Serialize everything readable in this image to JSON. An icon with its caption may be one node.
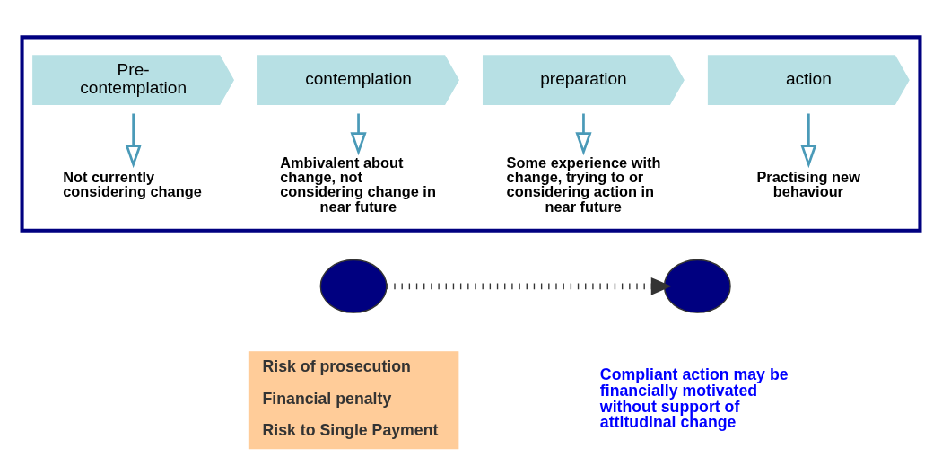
{
  "diagram": {
    "nodes": [
      {
        "text": [],
        "shape": "box"
      },
      {
        "text": [
          "Pre- contemplation"
        ],
        "in": 0
      },
      {
        "text": [
          "contemplation"
        ],
        "in": 0
      },
      {
        "text": [
          "preparation"
        ],
        "in": 0
      },
      {
        "text": [
          "action"
        ],
        "in": 0
      },
      {
        "text": [
          "Not currently considering change"
        ],
        "in": 0
      },
      {
        "text": [
          "Ambivalent about change, not considering change in near future"
        ],
        "in": 0
      },
      {
        "text": [
          "Some experience with change, trying to or considering action in near future"
        ],
        "in": 0
      },
      {
        "text": [
          "Practising new behaviour"
        ],
        "in": 0
      },
      {
        "text": [],
        "shape": "circle"
      },
      {
        "text": [],
        "shape": "circle",
        "beside": [
          "Compliant action may be financially motivated without support of attitudinal change"
        ]
      },
      {
        "text": [
          "Risk of prosecution",
          "Financial penalty",
          "Risk to Single Payment"
        ]
      }
    ],
    "edges": [
      {
        "from": 1,
        "to": 5,
        "arrow": "to"
      },
      {
        "from": 2,
        "to": 6,
        "arrow": "to"
      },
      {
        "from": 3,
        "to": 7,
        "arrow": "to"
      },
      {
        "from": 4,
        "to": 8,
        "arrow": "to"
      },
      {
        "from": 9,
        "to": 10,
        "arrow": "to",
        "style": "dashed",
        "color": "#333333"
      }
    ]
  }
}
